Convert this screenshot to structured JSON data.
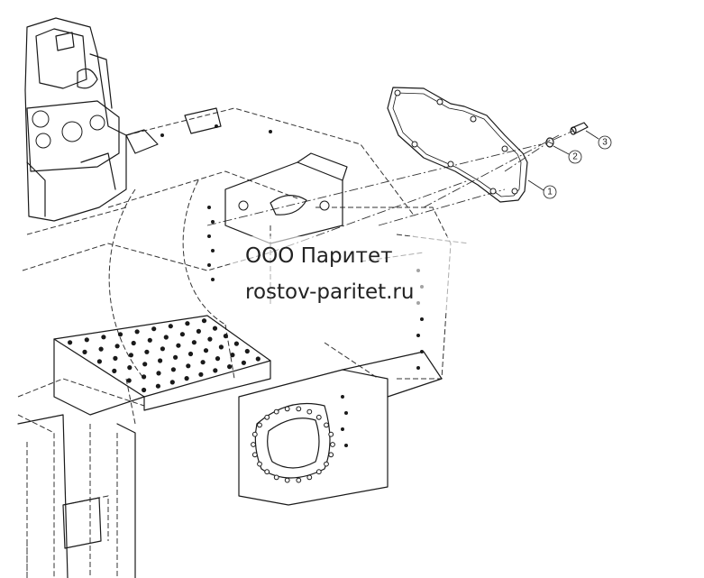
{
  "watermark": {
    "company": "ООО Паритет",
    "website": "rostov-paritet.ru"
  },
  "callouts": [
    {
      "id": 1,
      "label": "1",
      "part": "cover-gasket"
    },
    {
      "id": 2,
      "label": "2",
      "part": "washer"
    },
    {
      "id": 3,
      "label": "3",
      "part": "bolt"
    }
  ],
  "colors": {
    "line": "#1a1a1a",
    "background": "#ffffff"
  }
}
